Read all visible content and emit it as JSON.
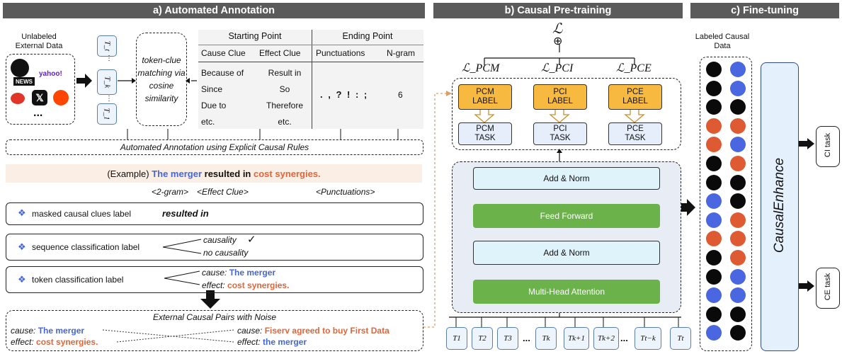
{
  "sections": {
    "a_title": "a)  Automated Annotation",
    "b_title": "b)  Causal Pre-training",
    "c_title": "c)  Fine-tuning"
  },
  "annotation": {
    "unlabeled_label": "Unlabeled External Data",
    "source_icons": [
      "news-icon",
      "yahoo-icon",
      "weibo-icon",
      "x-icon",
      "reddit-icon"
    ],
    "yahoo_text": "yahoo!",
    "news_text": "NEWS",
    "ellipsis": "...",
    "token_top": "T_t",
    "token_mid": "T_k",
    "token_bot": "T_1",
    "matching_text": "token-clue matching via cosine similarity",
    "table": {
      "starting_point": "Starting Point",
      "ending_point": "Ending Point",
      "cols": [
        "Cause Clue",
        "Effect Clue",
        "Punctuations",
        "N-gram"
      ],
      "cause_clues": [
        "Because of",
        "Since",
        "Due to",
        "etc."
      ],
      "effect_clues": [
        "Result in",
        "So",
        "Therefore",
        "etc."
      ],
      "punctuations": ". , ? ! : ;",
      "ngram": "6"
    },
    "rules_label": "Automated Annotation using Explicit Causal Rules",
    "example_prefix": "(Example)",
    "example_cause": "The merger",
    "example_clue": "resulted in",
    "example_effect": "cost synergies.",
    "tag_2gram": "<2-gram>",
    "tag_effect": "<Effect Clue>",
    "tag_punct": "<Punctuations>",
    "masked_label": "masked causal clues label",
    "masked_value": "resulted in",
    "seq_label": "sequence classification label",
    "seq_causal": "causality",
    "seq_check": "✓",
    "seq_none": "no causality",
    "token_label": "token classification label",
    "cause_key": "cause:",
    "effect_key": "effect:",
    "token_cause": "The merger",
    "token_effect": "cost synergies.",
    "noise_title": "External Causal Pairs with Noise",
    "noise_left_cause": "The merger",
    "noise_left_effect": "cost synergies.",
    "noise_right_cause": "Fiserv agreed to buy First Data",
    "noise_right_effect": "the merger"
  },
  "pretraining": {
    "loss": "ℒ",
    "plus": "⊕",
    "loss_pcm": "ℒ_PCM",
    "loss_pci": "ℒ_PCI",
    "loss_pce": "ℒ_PCE",
    "labels": [
      {
        "name": "PCM",
        "sub": "LABEL",
        "task": "PCM",
        "task_sub": "TASK"
      },
      {
        "name": "PCI",
        "sub": "LABEL",
        "task": "PCI",
        "task_sub": "TASK"
      },
      {
        "name": "PCE",
        "sub": "LABEL",
        "task": "PCE",
        "task_sub": "TASK"
      }
    ],
    "add_norm": "Add & Norm",
    "feed_forward": "Feed Forward",
    "mha": "Multi-Head Attention",
    "tokens": [
      "T1",
      "T2",
      "T3",
      "...",
      "Tk",
      "Tk+1",
      "Tk+2",
      "...",
      "Tt−k",
      "Tt"
    ]
  },
  "finetune": {
    "labeled_label": "Labeled Causal Data",
    "model": "CausalEnhance",
    "ci_task": "CI task",
    "ce_task": "CE task",
    "colors": {
      "black": "#0a0a0a",
      "blue": "#4a66e0",
      "orange": "#de5a32"
    },
    "col1": [
      "black",
      "black",
      "black",
      "orange",
      "orange",
      "black",
      "black",
      "blue",
      "blue",
      "orange",
      "black",
      "black",
      "blue",
      "black",
      "blue"
    ],
    "col2": [
      "blue",
      "blue",
      "black",
      "orange",
      "blue",
      "orange",
      "black",
      "black",
      "orange",
      "orange",
      "orange",
      "blue",
      "blue",
      "black",
      "black"
    ]
  }
}
